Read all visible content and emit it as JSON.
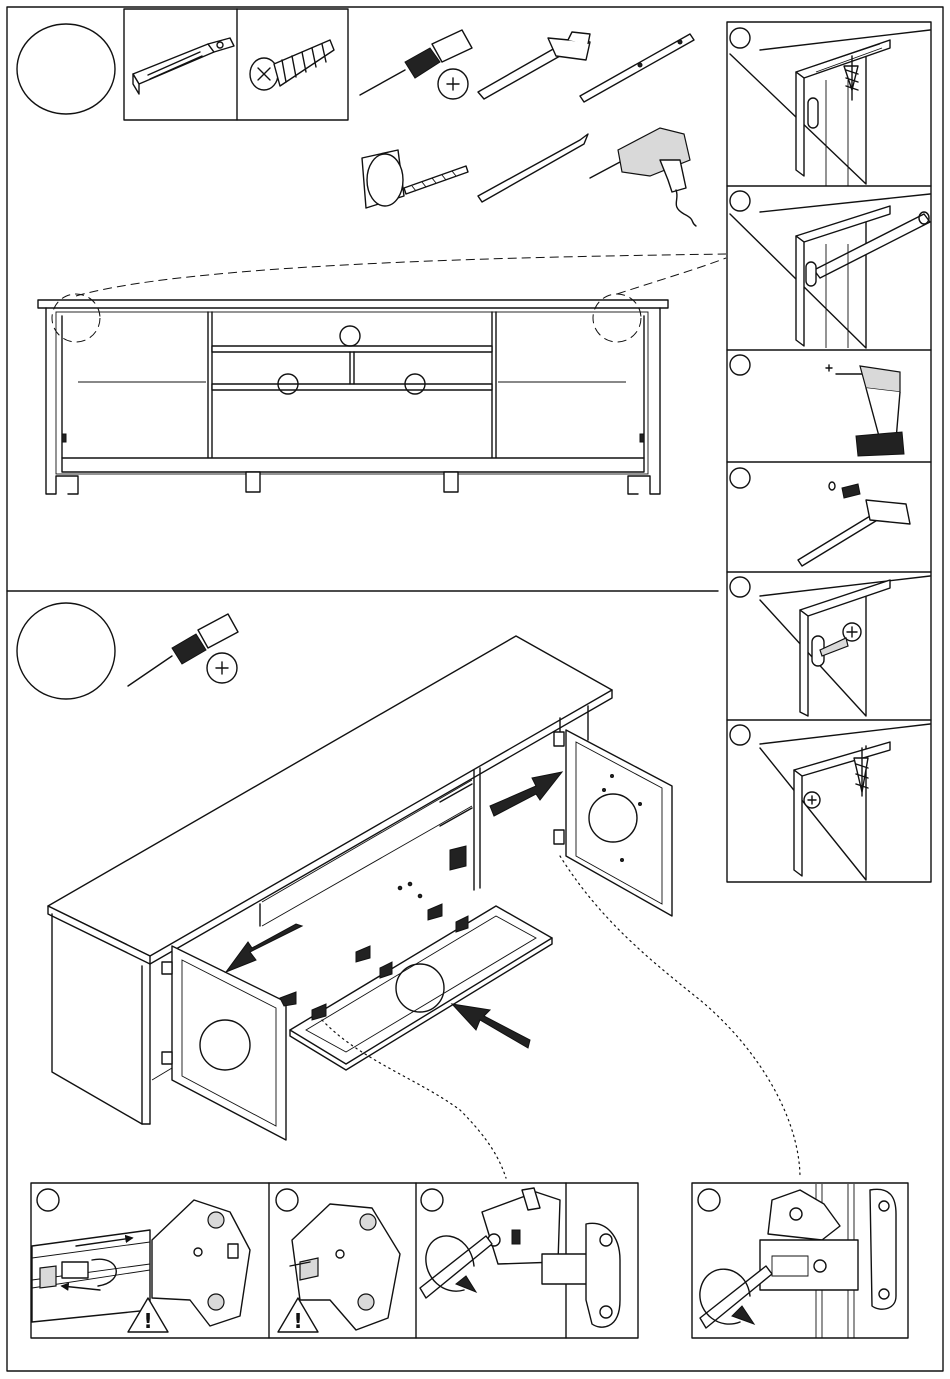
{
  "sheet": {
    "frame_color": "#000000",
    "background": "#ffffff"
  },
  "step_one": {
    "step_circle": "large-empty-step-circle",
    "parts": [
      "angle-bracket",
      "countersunk-screw"
    ],
    "tools": [
      "phillips-screwdriver",
      "hammer",
      "spirit-level",
      "tape-measure",
      "pencil",
      "corded-drill"
    ]
  },
  "wall_fixing_steps": [
    {
      "badge": "circle",
      "content": "bracket-and-screw-on-wall"
    },
    {
      "badge": "circle",
      "content": "level-on-bracket"
    },
    {
      "badge": "circle",
      "content": "drill-hole"
    },
    {
      "badge": "circle",
      "content": "hammer-in-anchor"
    },
    {
      "badge": "circle",
      "content": "screw-bracket-to-wall"
    },
    {
      "badge": "circle",
      "content": "screw-bracket-to-cabinet"
    }
  ],
  "step_two": {
    "step_circle": "large-empty-step-circle",
    "tools": [
      "phillips-screwdriver"
    ],
    "hinge_details": [
      {
        "badge": "circle",
        "content": "slide-hinge-warning"
      },
      {
        "badge": "circle",
        "content": "hinge-warning"
      },
      {
        "badge": "circle",
        "content": "tighten-hinge-screw"
      },
      {
        "badge": "circle",
        "content": "adjust-hinge-screw"
      }
    ],
    "warning_symbol": "!"
  }
}
